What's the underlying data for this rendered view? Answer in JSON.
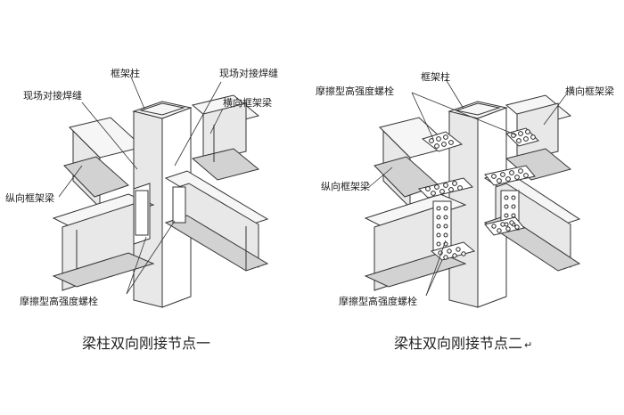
{
  "figure1": {
    "caption": "梁柱双向刚接节点一",
    "labels": {
      "column": "框架柱",
      "field_weld_right": "现场对接焊缝",
      "field_weld_left": "现场对接焊缝",
      "transverse_beam": "横向框架梁",
      "longitudinal_beam": "纵向框架梁",
      "bolt": "摩擦型高强度螺栓"
    }
  },
  "figure2": {
    "caption": "梁柱双向刚接节点二",
    "caption_mark": "↵",
    "labels": {
      "column": "框架柱",
      "bolt_top": "摩擦型高强度螺栓",
      "transverse_beam": "横向框架梁",
      "longitudinal_beam": "纵向框架梁",
      "bolt_bottom": "摩擦型高强度螺栓"
    }
  }
}
